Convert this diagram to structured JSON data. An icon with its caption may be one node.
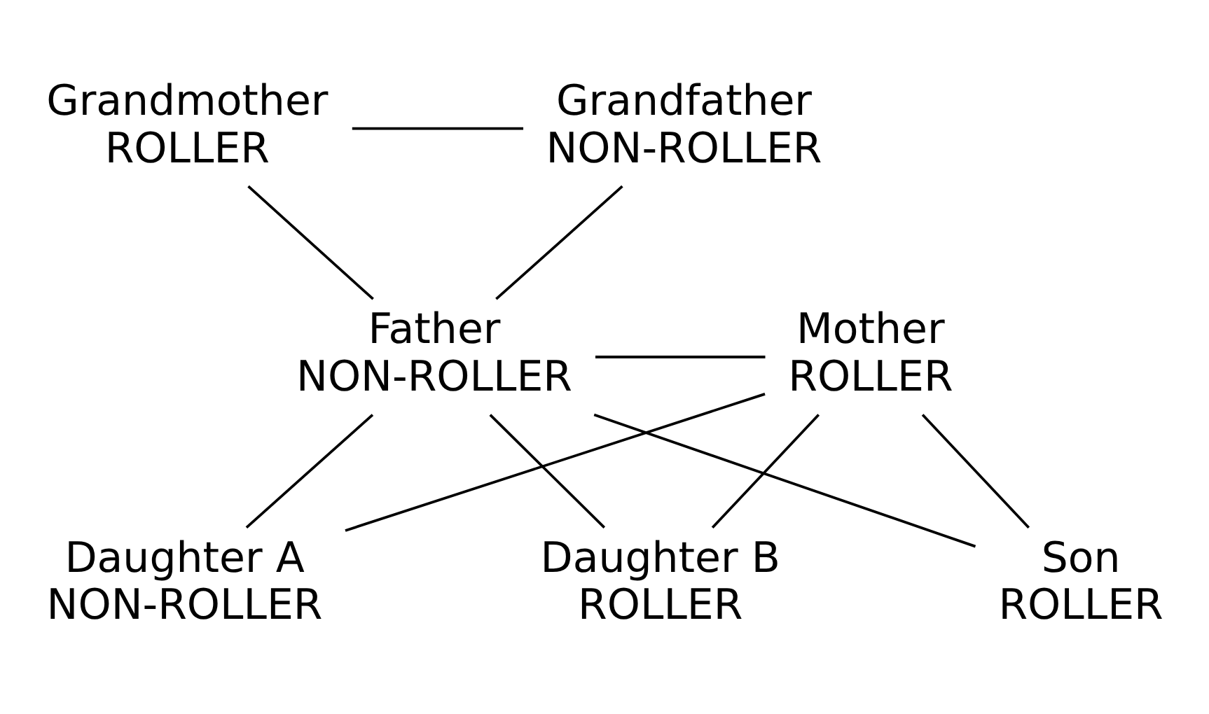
{
  "diagram": {
    "nodes": [
      {
        "text": [
          "Grandmother",
          "ROLLER"
        ]
      },
      {
        "text": [
          "Grandfather",
          "NON-ROLLER"
        ]
      },
      {
        "text": [
          "Father",
          "NON-ROLLER"
        ]
      },
      {
        "text": [
          "Mother",
          "ROLLER"
        ]
      },
      {
        "text": [
          "Daughter A",
          "NON-ROLLER"
        ]
      },
      {
        "text": [
          "Daughter B",
          "ROLLER"
        ]
      },
      {
        "text": [
          "Son",
          "ROLLER"
        ]
      }
    ],
    "edges": [
      {
        "from": 0,
        "to": 1,
        "arrow": "none"
      },
      {
        "from": 0,
        "to": 2,
        "arrow": "none"
      },
      {
        "from": 1,
        "to": 2,
        "arrow": "none"
      },
      {
        "from": 2,
        "to": 3,
        "arrow": "none"
      },
      {
        "from": 2,
        "to": 4,
        "arrow": "none"
      },
      {
        "from": 3,
        "to": 4,
        "arrow": "none"
      },
      {
        "from": 2,
        "to": 5,
        "arrow": "none"
      },
      {
        "from": 3,
        "to": 5,
        "arrow": "none"
      },
      {
        "from": 2,
        "to": 6,
        "arrow": "none"
      },
      {
        "from": 3,
        "to": 6,
        "arrow": "none"
      }
    ]
  }
}
